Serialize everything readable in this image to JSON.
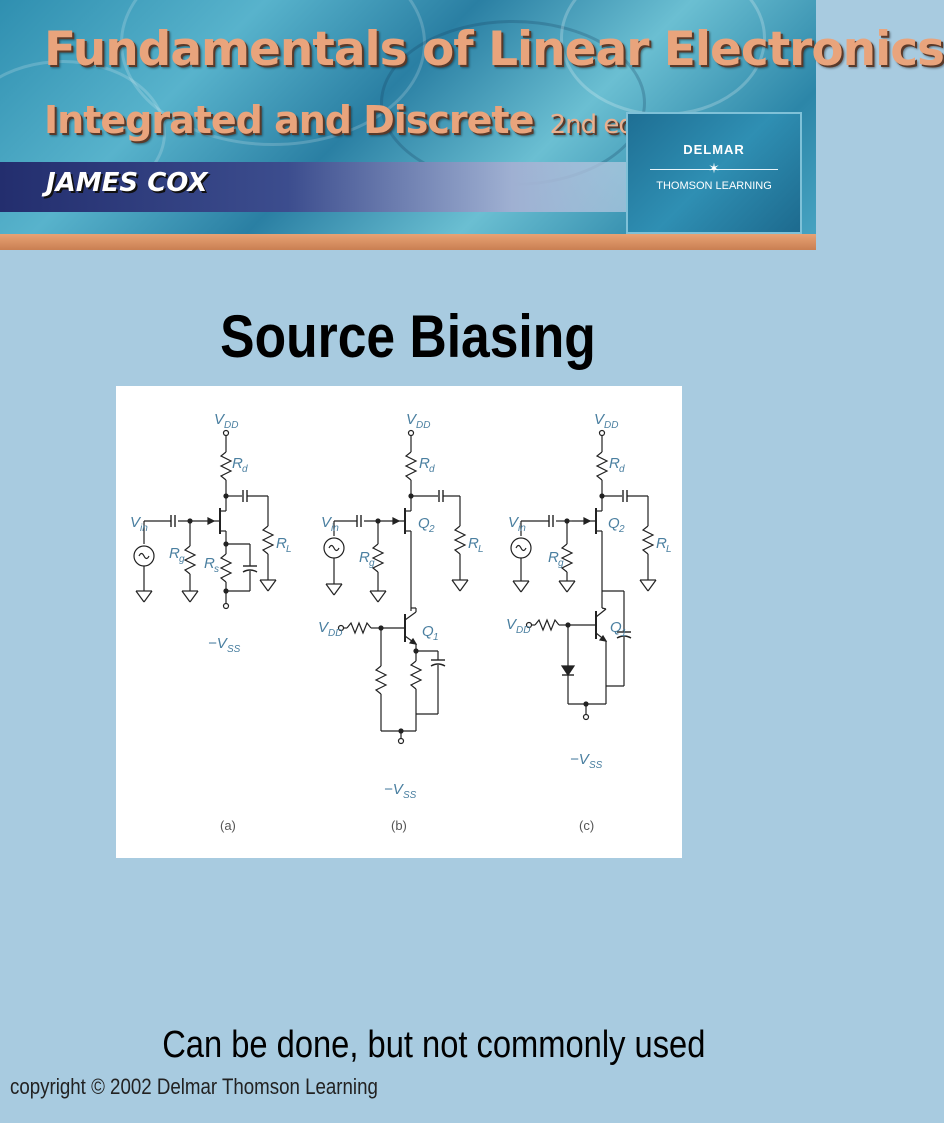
{
  "banner": {
    "title_line1": "Fundamentals of Linear Electronics",
    "title_line2": "Integrated and Discrete",
    "edition": "2nd edition",
    "author": "JAMES COX",
    "publisher_top": "DELMAR",
    "publisher_bottom": "THOMSON LEARNING"
  },
  "slide": {
    "title": "Source Biasing",
    "caption": "Can be done, but not commonly used",
    "copyright": "copyright © 2002 Delmar Thomson Learning"
  },
  "figure": {
    "labels": {
      "vdd": "V",
      "vdd_sub": "DD",
      "vss": "−V",
      "vss_sub": "SS",
      "vin": "V",
      "vin_sub": "in",
      "rd": "R",
      "rd_sub": "d",
      "rl": "R",
      "rl_sub": "L",
      "rg": "R",
      "rg_sub": "g",
      "rs": "R",
      "rs_sub": "s",
      "q1": "Q",
      "q1_sub": "1",
      "q2": "Q",
      "q2_sub": "2"
    },
    "panels": [
      "(a)",
      "(b)",
      "(c)"
    ]
  }
}
